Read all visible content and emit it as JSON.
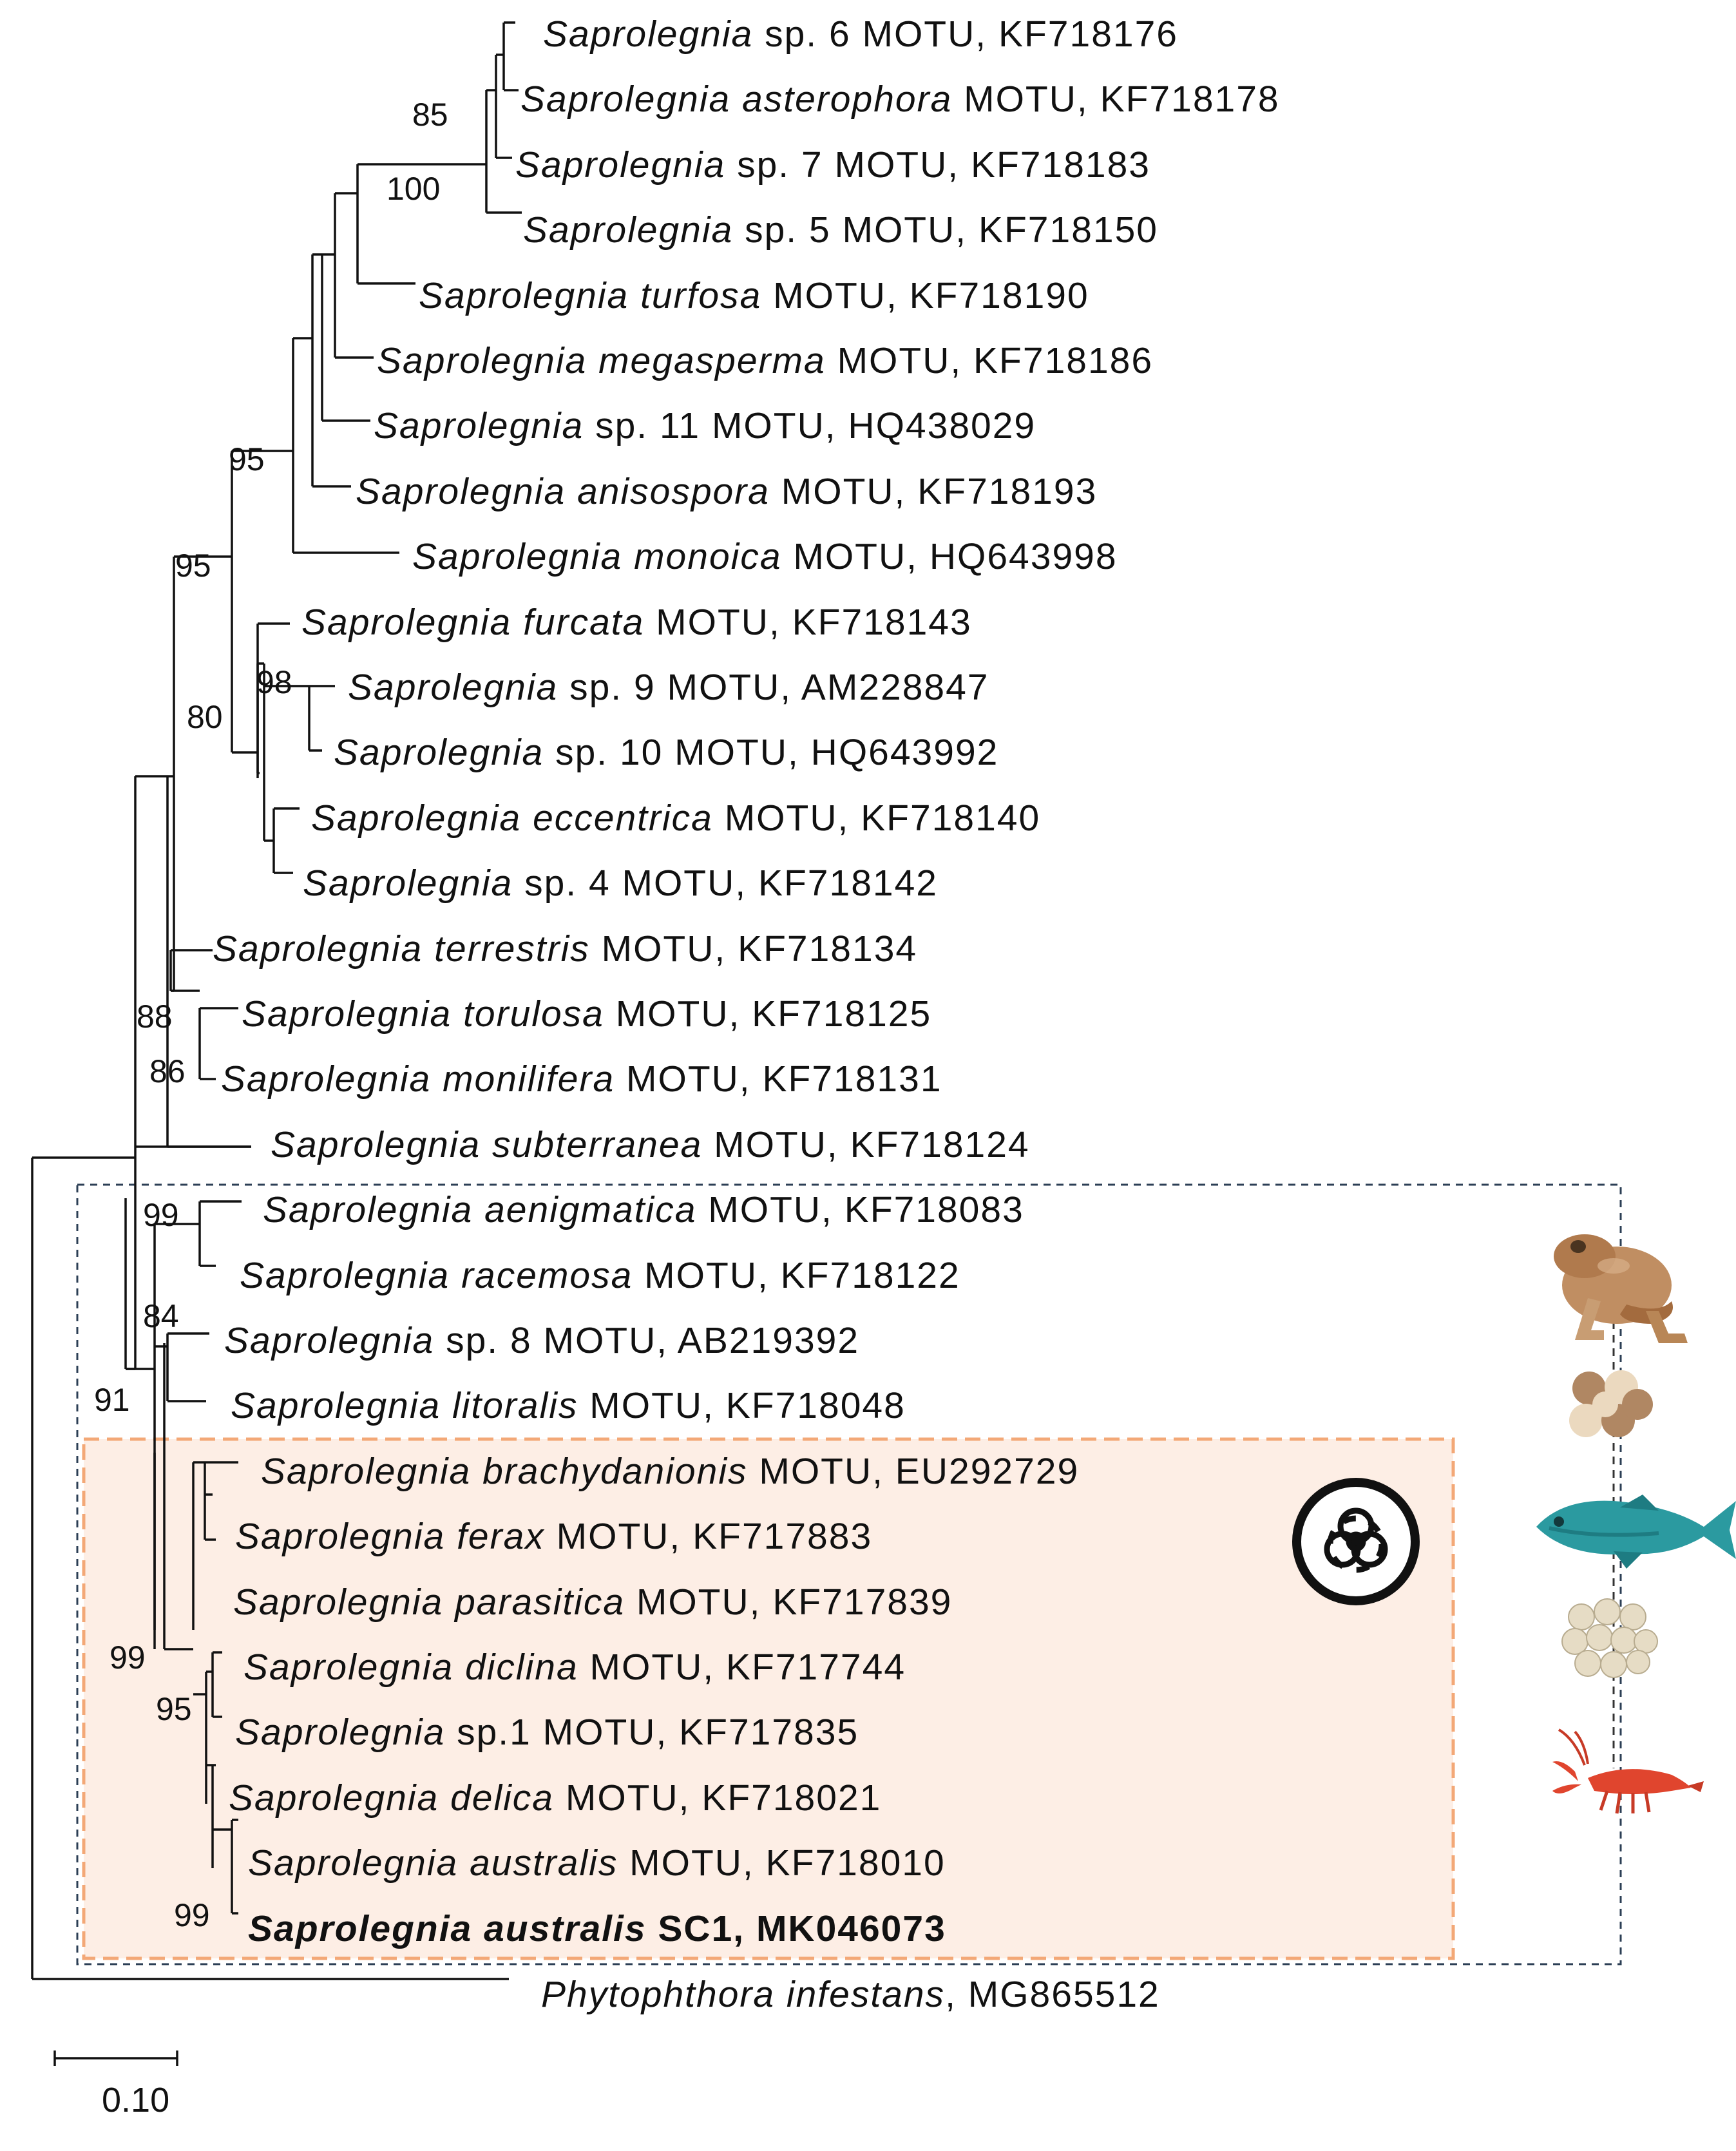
{
  "tips": [
    {
      "id": "t1",
      "genus": "Saprolegnia",
      "epithet": "",
      "rest": " sp. 6 MOTU, KF718176"
    },
    {
      "id": "t2",
      "genus": "Saprolegnia",
      "epithet": " asterophora",
      "rest": " MOTU, KF718178"
    },
    {
      "id": "t3",
      "genus": "Saprolegnia",
      "epithet": "",
      "rest": " sp. 7 MOTU, KF718183"
    },
    {
      "id": "t4",
      "genus": "Saprolegnia",
      "epithet": "",
      "rest": " sp. 5 MOTU, KF718150"
    },
    {
      "id": "t5",
      "genus": "Saprolegnia",
      "epithet": " turfosa",
      "rest": " MOTU, KF718190"
    },
    {
      "id": "t6",
      "genus": "Saprolegnia",
      "epithet": " megasperma",
      "rest": " MOTU, KF718186"
    },
    {
      "id": "t7",
      "genus": "Saprolegnia",
      "epithet": "",
      "rest": " sp. 11 MOTU, HQ438029"
    },
    {
      "id": "t8",
      "genus": "Saprolegnia",
      "epithet": " anisospora",
      "rest": " MOTU, KF718193"
    },
    {
      "id": "t9",
      "genus": "Saprolegnia",
      "epithet": " monoica",
      "rest": " MOTU, HQ643998"
    },
    {
      "id": "t10",
      "genus": "Saprolegnia",
      "epithet": " furcata",
      "rest": " MOTU, KF718143"
    },
    {
      "id": "t11",
      "genus": "Saprolegnia",
      "epithet": "",
      "rest": " sp. 9 MOTU, AM228847"
    },
    {
      "id": "t12",
      "genus": "Saprolegnia",
      "epithet": "",
      "rest": " sp. 10 MOTU, HQ643992"
    },
    {
      "id": "t13",
      "genus": "Saprolegnia",
      "epithet": " eccentrica",
      "rest": " MOTU, KF718140"
    },
    {
      "id": "t14",
      "genus": "Saprolegnia",
      "epithet": "",
      "rest": " sp. 4 MOTU, KF718142"
    },
    {
      "id": "t15",
      "genus": "Saprolegnia",
      "epithet": " terrestris",
      "rest": " MOTU, KF718134"
    },
    {
      "id": "t16",
      "genus": "Saprolegnia",
      "epithet": " torulosa",
      "rest": " MOTU, KF718125"
    },
    {
      "id": "t17",
      "genus": "Saprolegnia",
      "epithet": " monilifera",
      "rest": " MOTU, KF718131"
    },
    {
      "id": "t18",
      "genus": "Saprolegnia",
      "epithet": " subterranea",
      "rest": " MOTU, KF718124"
    },
    {
      "id": "t19",
      "genus": "Saprolegnia",
      "epithet": " aenigmatica",
      "rest": " MOTU, KF718083"
    },
    {
      "id": "t20",
      "genus": "Saprolegnia",
      "epithet": " racemosa",
      "rest": " MOTU, KF718122"
    },
    {
      "id": "t21",
      "genus": "Saprolegnia",
      "epithet": "",
      "rest": " sp. 8 MOTU, AB219392"
    },
    {
      "id": "t22",
      "genus": "Saprolegnia",
      "epithet": " litoralis",
      "rest": " MOTU, KF718048"
    },
    {
      "id": "t23",
      "genus": "Saprolegnia",
      "epithet": " brachydanionis",
      "rest": " MOTU, EU292729"
    },
    {
      "id": "t24",
      "genus": "Saprolegnia",
      "epithet": " ferax",
      "rest": " MOTU, KF717883"
    },
    {
      "id": "t25",
      "genus": "Saprolegnia",
      "epithet": " parasitica",
      "rest": " MOTU, KF717839"
    },
    {
      "id": "t26",
      "genus": "Saprolegnia",
      "epithet": " diclina",
      "rest": " MOTU, KF717744"
    },
    {
      "id": "t27",
      "genus": "Saprolegnia",
      "epithet": "",
      "rest": " sp.1 MOTU, KF717835"
    },
    {
      "id": "t28",
      "genus": "Saprolegnia",
      "epithet": " delica",
      "rest": " MOTU, KF718021"
    },
    {
      "id": "t29",
      "genus": "Saprolegnia",
      "epithet": " australis",
      "rest": " MOTU, KF718010"
    },
    {
      "id": "t30",
      "genus": "Saprolegnia",
      "epithet": " australis",
      "rest": " SC1, MK046073",
      "bold": true
    }
  ],
  "outgroup": {
    "genus": "Phytophthora",
    "epithet": " infestans",
    "rest": ", MG865512"
  },
  "supports": [
    "85",
    "100",
    "95",
    "95",
    "80",
    "98",
    "88",
    "86",
    "99",
    "84",
    "91",
    "99",
    "95",
    "99"
  ],
  "scale_bar": {
    "label": "0.10",
    "value": 0.1
  },
  "colors": {
    "branch": "#111111",
    "outer_box_border": "#2c3f55",
    "inner_box_fill": "#fdeee5",
    "inner_box_border": "#f3a877"
  },
  "icons": [
    "frog-icon",
    "eggs-cluster-icon",
    "fish-icon",
    "fish-eggs-icon",
    "crayfish-icon",
    "biohazard-icon"
  ]
}
